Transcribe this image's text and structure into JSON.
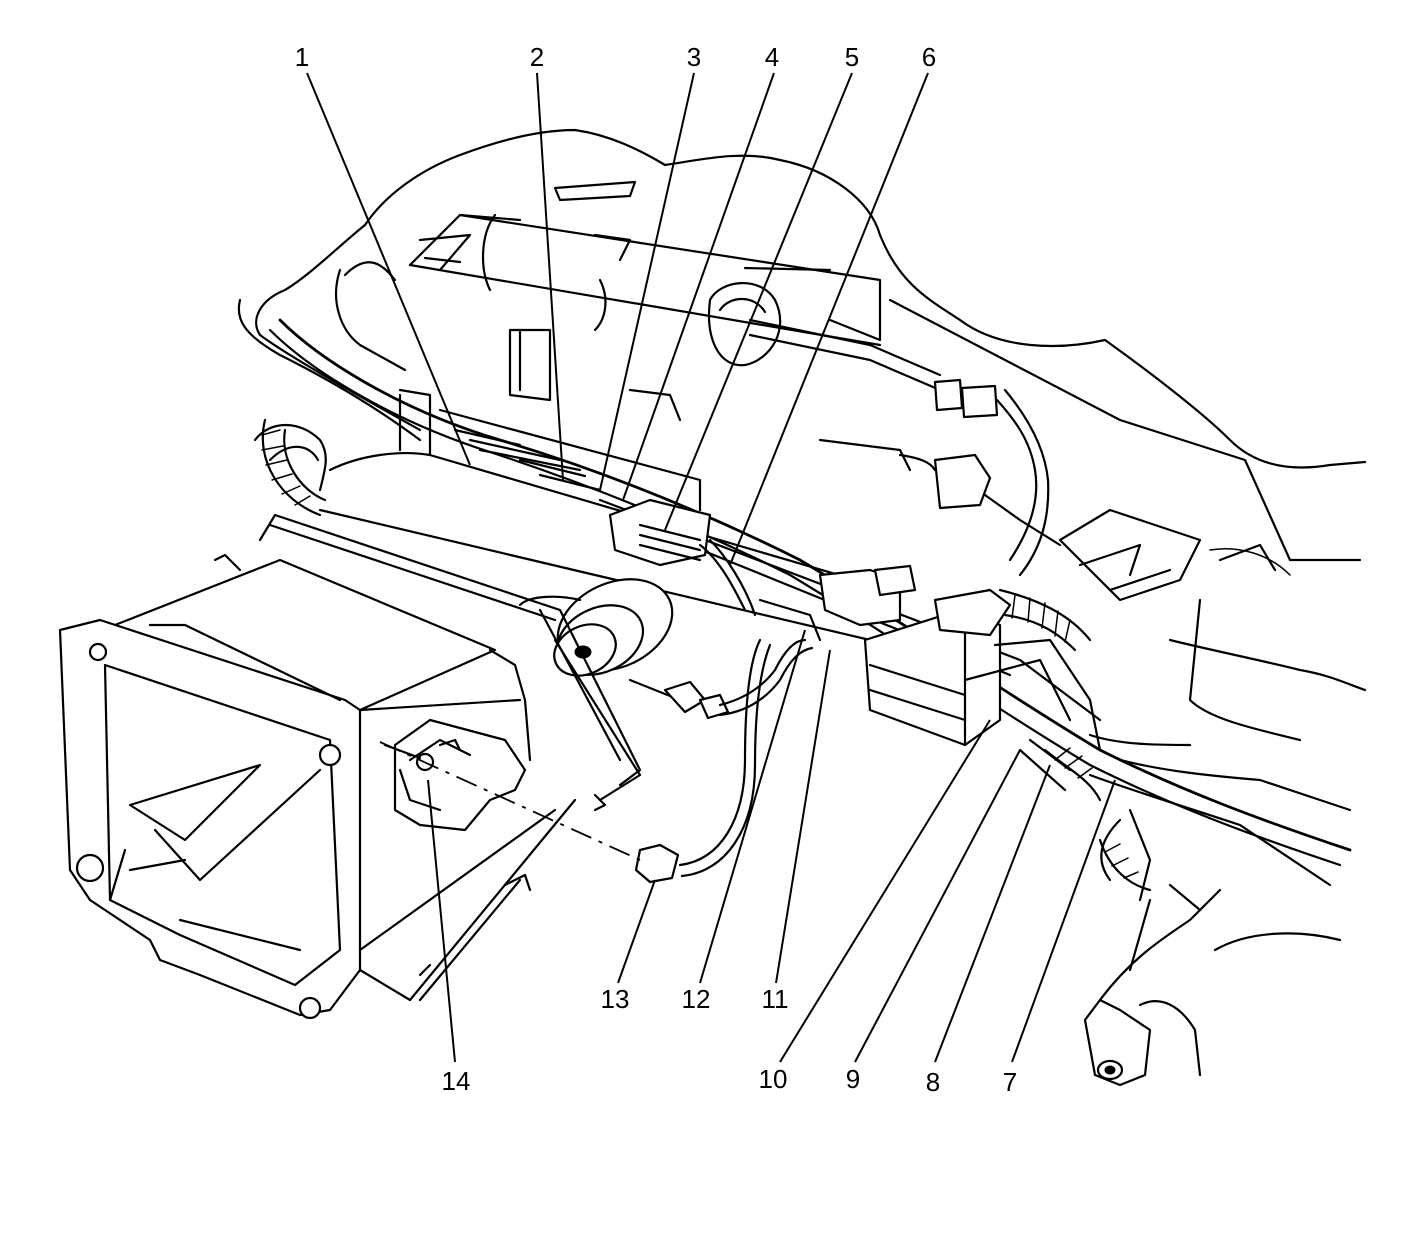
{
  "figure": {
    "callouts": [
      {
        "num": "1"
      },
      {
        "num": "2"
      },
      {
        "num": "3"
      },
      {
        "num": "4"
      },
      {
        "num": "5"
      },
      {
        "num": "6"
      },
      {
        "num": "7"
      },
      {
        "num": "8"
      },
      {
        "num": "9"
      },
      {
        "num": "10"
      },
      {
        "num": "11"
      },
      {
        "num": "12"
      },
      {
        "num": "13"
      },
      {
        "num": "14"
      }
    ]
  }
}
